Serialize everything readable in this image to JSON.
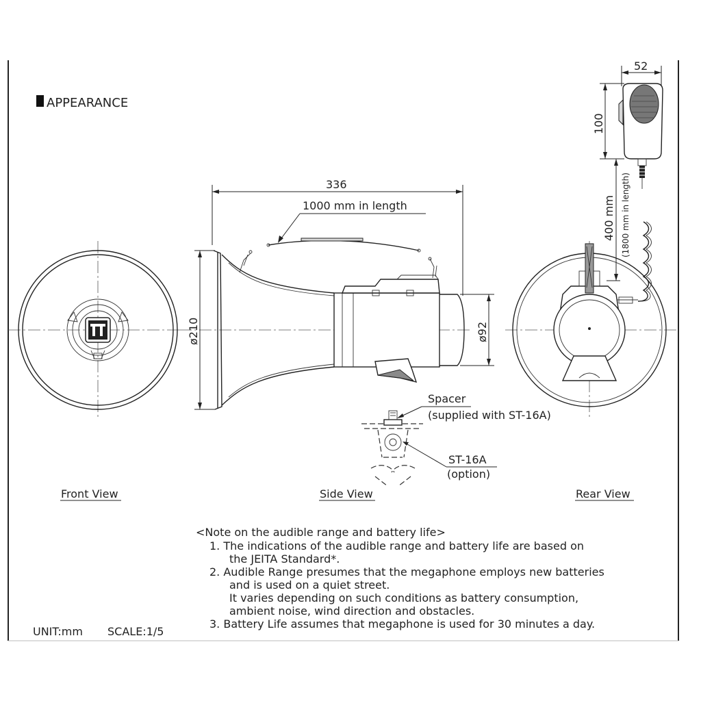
{
  "title": "APPEARANCE",
  "dimensions": {
    "total_length": "336",
    "strap": "1000 mm in length",
    "horn_diameter": "ø210",
    "body_diameter": "ø92",
    "mic_width": "52",
    "mic_height": "100",
    "cord_length": "400 mm",
    "cord_extended": "(1800 mm in length)"
  },
  "callouts": {
    "spacer": "Spacer",
    "spacer_note": "(supplied with ST-16A)",
    "stand": "ST-16A",
    "stand_note": "(option)"
  },
  "views": {
    "front": "Front View",
    "side": "Side View",
    "rear": "Rear View"
  },
  "notes": {
    "heading": "<Note on the audible range and battery life>",
    "lines": [
      "1.  The indications of the audible range and battery life are based on",
      "the JEITA Standard*.",
      "2.  Audible Range presumes that the megaphone employs new batteries",
      "and is used on a quiet street.",
      "It varies depending on such conditions as battery consumption,",
      "ambient noise, wind direction and obstacles.",
      "3.  Battery Life assumes that megaphone is used for 30 minutes a day."
    ]
  },
  "footer": {
    "unit": "UNIT:mm",
    "scale": "SCALE:1/5"
  }
}
